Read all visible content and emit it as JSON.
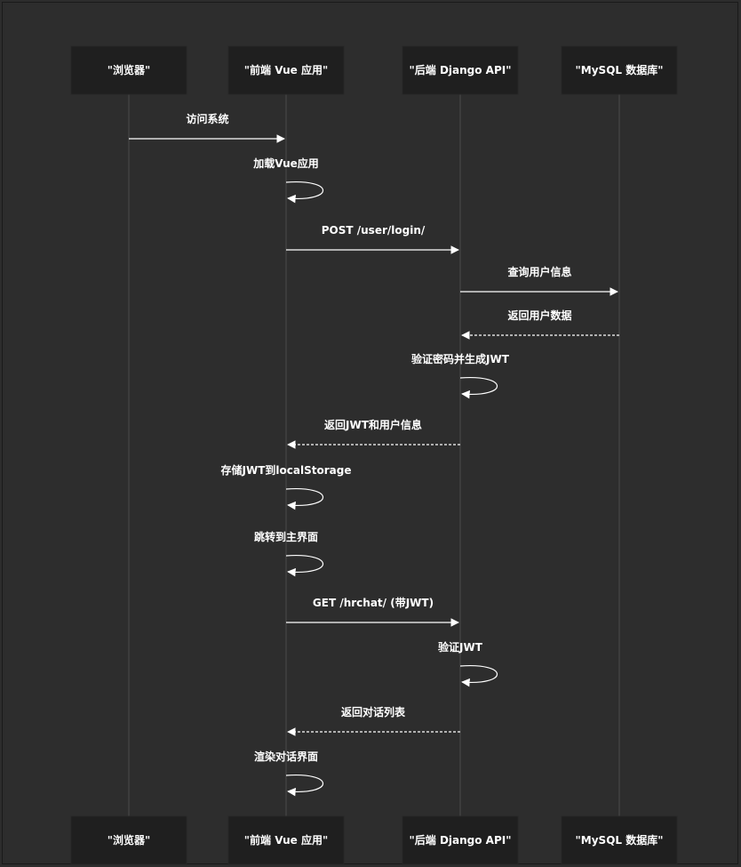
{
  "diagram": {
    "type": "sequence",
    "participants": [
      {
        "id": "browser",
        "label": "\"浏览器\""
      },
      {
        "id": "frontend",
        "label": "\"前端 Vue 应用\""
      },
      {
        "id": "backend",
        "label": "\"后端 Django API\""
      },
      {
        "id": "db",
        "label": "\"MySQL 数据库\""
      }
    ],
    "messages": [
      {
        "from": "browser",
        "to": "frontend",
        "label": "访问系统",
        "style": "solid"
      },
      {
        "from": "frontend",
        "to": "frontend",
        "label": "加载Vue应用",
        "style": "self"
      },
      {
        "from": "frontend",
        "to": "backend",
        "label": "POST /user/login/",
        "style": "solid"
      },
      {
        "from": "backend",
        "to": "db",
        "label": "查询用户信息",
        "style": "solid"
      },
      {
        "from": "db",
        "to": "backend",
        "label": "返回用户数据",
        "style": "dashed"
      },
      {
        "from": "backend",
        "to": "backend",
        "label": "验证密码并生成JWT",
        "style": "self"
      },
      {
        "from": "backend",
        "to": "frontend",
        "label": "返回JWT和用户信息",
        "style": "dashed"
      },
      {
        "from": "frontend",
        "to": "frontend",
        "label": "存储JWT到localStorage",
        "style": "self"
      },
      {
        "from": "frontend",
        "to": "frontend",
        "label": "跳转到主界面",
        "style": "self"
      },
      {
        "from": "frontend",
        "to": "backend",
        "label": "GET /hrchat/ (带JWT)",
        "style": "solid"
      },
      {
        "from": "backend",
        "to": "backend",
        "label": "验证JWT",
        "style": "self"
      },
      {
        "from": "backend",
        "to": "frontend",
        "label": "返回对话列表",
        "style": "dashed"
      },
      {
        "from": "frontend",
        "to": "frontend",
        "label": "渲染对话界面",
        "style": "self"
      }
    ]
  },
  "colors": {
    "background": "#2d2d2d",
    "actor_fill": "#1f1f1f",
    "lifeline": "#4a4a4a",
    "line": "#ffffff",
    "text": "#ffffff"
  }
}
